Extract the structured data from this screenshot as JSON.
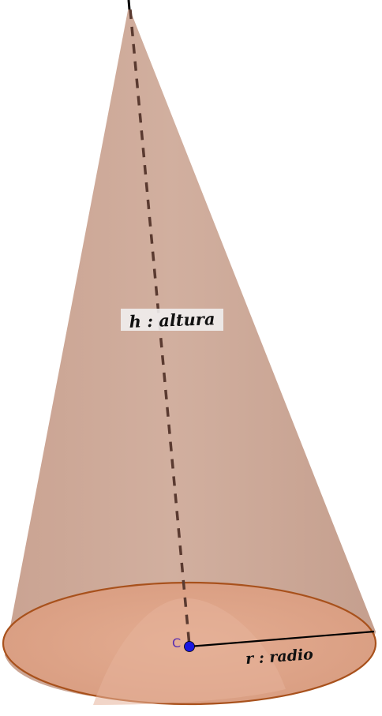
{
  "diagram": {
    "labels": {
      "height": "h : altura",
      "radius": "r : radio",
      "center_point": "C"
    },
    "colors": {
      "surface": "#c9a494",
      "surface_light": "#d8b5a3",
      "base_fill": "#dca085",
      "base_outline": "#a8511c",
      "height_line": "#5a3a30",
      "radius_line": "#000000",
      "center_point": "#1a17e0",
      "center_label": "#5a2fb0",
      "label_box": "#f2f2f2"
    }
  }
}
